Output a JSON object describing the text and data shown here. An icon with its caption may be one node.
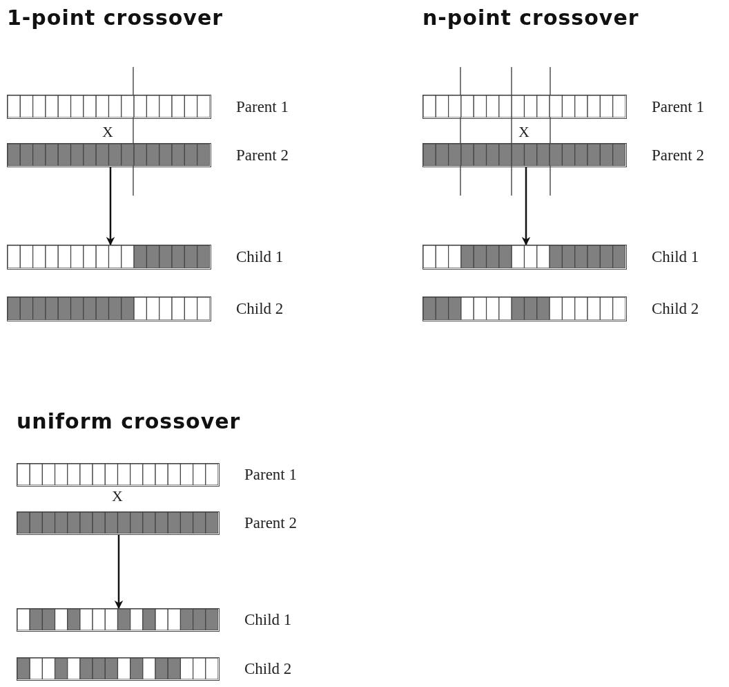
{
  "diagram": {
    "nodes": [
      {
        "text": [],
        "shape": "bar",
        "beside": [
          "Parent 1"
        ]
      },
      {
        "text": [],
        "shape": "bar",
        "beside": [
          "Parent 2"
        ]
      },
      {
        "text": [],
        "shape": "bar",
        "beside": [
          "Child 1"
        ]
      },
      {
        "text": [],
        "shape": "bar",
        "beside": [
          "Child 2"
        ]
      },
      {
        "text": [],
        "shape": "bar",
        "beside": [
          "Parent 1"
        ]
      },
      {
        "text": [],
        "shape": "bar",
        "beside": [
          "Parent 2"
        ]
      },
      {
        "text": [],
        "shape": "bar",
        "beside": [
          "Child 1"
        ]
      },
      {
        "text": [],
        "shape": "bar",
        "beside": [
          "Child 2"
        ]
      },
      {
        "text": [],
        "shape": "bar",
        "beside": [
          "Parent 1"
        ]
      },
      {
        "text": [],
        "shape": "bar",
        "beside": [
          "Parent 2"
        ]
      },
      {
        "text": [],
        "shape": "bar",
        "beside": [
          "Child 1"
        ]
      },
      {
        "text": [],
        "shape": "bar",
        "beside": [
          "Child 2"
        ]
      }
    ],
    "edges": [
      {
        "from": 1,
        "to": 2,
        "arrow": "to"
      },
      {
        "from": 5,
        "to": 6,
        "arrow": "to"
      },
      {
        "from": 9,
        "to": 10,
        "arrow": "to"
      }
    ],
    "labels": [
      "1-point crossover",
      "n-point crossover",
      "X",
      "X",
      "uniform crossover",
      "X"
    ]
  }
}
